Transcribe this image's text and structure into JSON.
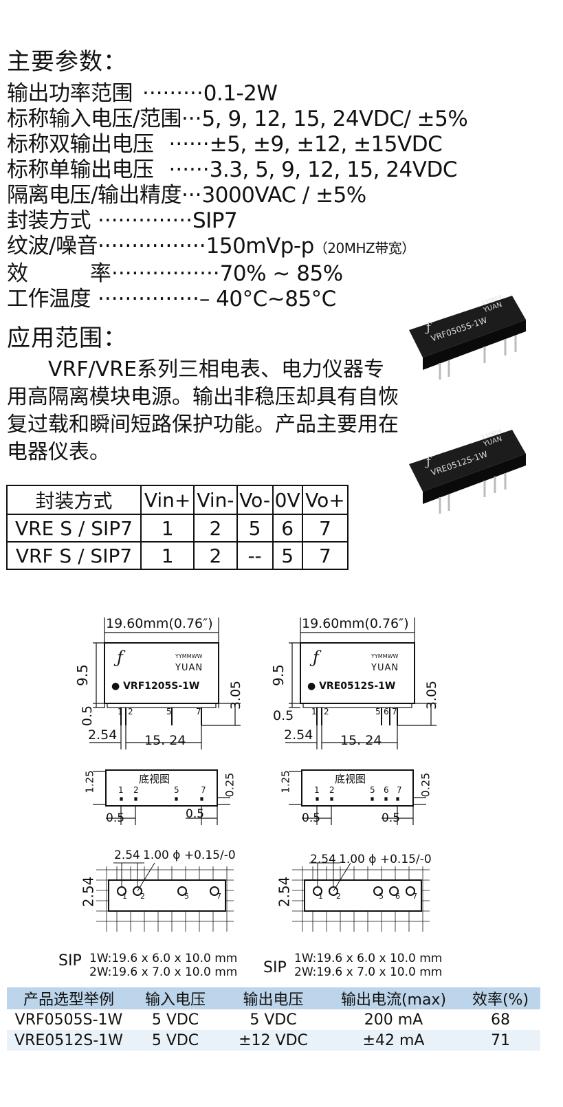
{
  "main_title": "主要参数：",
  "specs": [
    {
      "label": "输出功率范围",
      "dots": "·········",
      "value": "0.1-2W"
    },
    {
      "label": "标称输入电压/范围",
      "dots": "···",
      "value": "5, 9, 12, 15, 24VDC/ ±5%"
    },
    {
      "label": "标称双输出电压",
      "dots": "······",
      "value": "±5, ±9, ±12, ±15VDC"
    },
    {
      "label": "标称单输出电压",
      "dots": "······",
      "value": "3.3, 5, 9, 12, 15, 24VDC"
    },
    {
      "label": "隔离电压/输出精度",
      "dots": "···",
      "value": "3000VAC / ±5%"
    },
    {
      "label": "封装方式",
      "dots": "··············",
      "value": "SIP7"
    },
    {
      "label": "纹波/噪音",
      "dots": "················",
      "value": "150mVp-p",
      "note": "（20MHZ带宽）"
    },
    {
      "label": "效  率",
      "dots": "················",
      "value": "70% ~ 85%"
    },
    {
      "label": "工作温度",
      "dots": "···············",
      "value": "– 40°C~85°C"
    }
  ],
  "app_title": "应用范围：",
  "app_text": "　　VRF/VRE系列三相电表、电力仪器专用高隔离模块电源。输出非稳压却具有自恢复过载和瞬间短路保护功能。产品主要用在电器仪表。",
  "photo1": {
    "model": "VRF0505S-1W",
    "brand": "YUAN",
    "code": "130804"
  },
  "photo2": {
    "model": "VRE0512S-1W",
    "brand": "YUAN",
    "code": "130804"
  },
  "pin_table": {
    "headers": [
      "封装方式",
      "Vin+",
      "Vin-",
      "Vo-",
      "0V",
      "Vo+"
    ],
    "rows": [
      [
        "VRE S / SIP7",
        "1",
        "2",
        "5",
        "6",
        "7"
      ],
      [
        "VRF S / SIP7",
        "1",
        "2",
        "--",
        "5",
        "7"
      ]
    ]
  },
  "drawing_left": {
    "width_label": "19.60mm(0.76″)",
    "height_label": "9.5",
    "pin_h_label": "3.05",
    "base_label": "0.5",
    "pitch_label": "2.54",
    "span_label": "15. 24",
    "chip_code": "YYMMWW",
    "chip_brand": "YUAN",
    "chip_model": "● VRF1205S-1W",
    "pins": [
      "1",
      "2",
      "5",
      "7"
    ],
    "bottom_title": "底视图",
    "bottom_h1": "1.25",
    "bottom_h2": "0.25",
    "bottom_left": "0.5",
    "bottom_right": "0.5",
    "grid_pitch": "2.54",
    "hole_label": "1.00 ϕ +0.15/-0",
    "grid_side": "2.54",
    "sip": "SIP",
    "sip_1w": "1W:19.6 x 6.0 x 10.0 mm",
    "sip_2w": "2W:19.6 x 7.0 x 10.0 mm"
  },
  "drawing_right": {
    "width_label": "19.60mm(0.76″)",
    "height_label": "9.5",
    "pin_h_label": "3.05",
    "base_label": "0.5",
    "pitch_label": "2.54",
    "span_label": "15. 24",
    "chip_code": "YYMMWW",
    "chip_brand": "YUAN",
    "chip_model": "● VRE0512S-1W",
    "pins": [
      "1",
      "2",
      "5",
      "6",
      "7"
    ],
    "bottom_title": "底视图",
    "bottom_h1": "1.25",
    "bottom_h2": "0.25",
    "bottom_left": "0.5",
    "bottom_right": "0.5",
    "grid_pitch": "2.54",
    "hole_label": "1.00 ϕ +0.15/-0",
    "grid_side": "2.54",
    "sip": "SIP",
    "sip_1w": "1W:19.6 x 6.0 x 10.0 mm",
    "sip_2w": "2W:19.6 x 7.0 x 10.0 mm"
  },
  "product_table": {
    "headers": [
      "产品选型举例",
      "输入电压",
      "输出电压",
      "输出电流(max)",
      "效率(%)"
    ],
    "rows": [
      [
        "VRF0505S-1W",
        "5 VDC",
        "5 VDC",
        "200 mA",
        "68"
      ],
      [
        "VRE0512S-1W",
        "5 VDC",
        "±12 VDC",
        "±42 mA",
        "71"
      ]
    ]
  }
}
